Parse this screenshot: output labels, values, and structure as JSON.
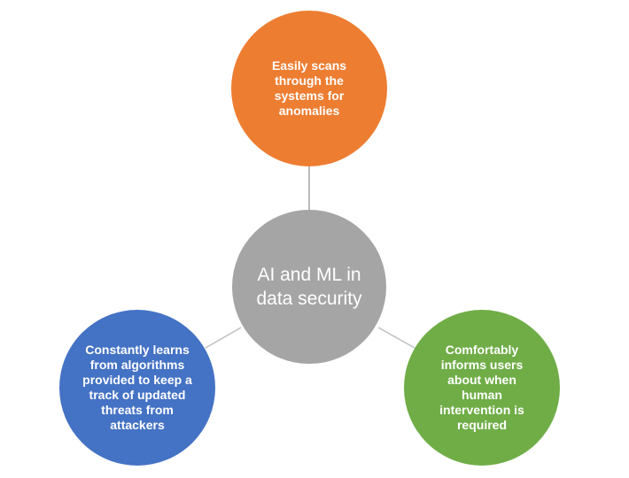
{
  "center": {
    "label": "AI and ML in data security",
    "color": "#A5A5A5"
  },
  "nodes": [
    {
      "label": "Easily scans through the systems for anomalies",
      "color": "#ED7D31"
    },
    {
      "label": "Constantly learns from algorithms provided to keep a track of updated threats from attackers",
      "color": "#4472C4"
    },
    {
      "label": "Comfortably informs users about when human intervention is required",
      "color": "#70AD47"
    }
  ]
}
